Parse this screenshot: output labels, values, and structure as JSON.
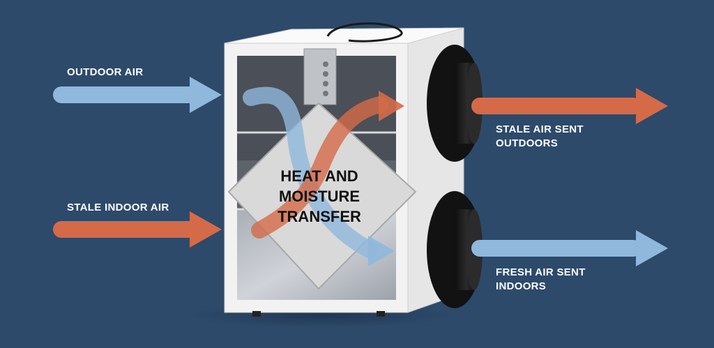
{
  "labels": {
    "outdoor_air": "OUTDOOR AIR",
    "stale_indoor_air": "STALE INDOOR AIR",
    "stale_air_sent_outdoors": "STALE AIR SENT\nOUTDOORS",
    "fresh_air_sent_indoors": "FRESH AIR SENT\nINDOORS",
    "core": "HEAT AND\nMOISTURE\nTRANSFER"
  },
  "colors": {
    "background": "#2d4a6b",
    "fresh_air": "#8fb8dc",
    "stale_air": "#d46a48",
    "cabinet": "#f2f2f2",
    "core": "#d9d9d9",
    "port": "#1c1c1c",
    "text": "#ffffff"
  }
}
